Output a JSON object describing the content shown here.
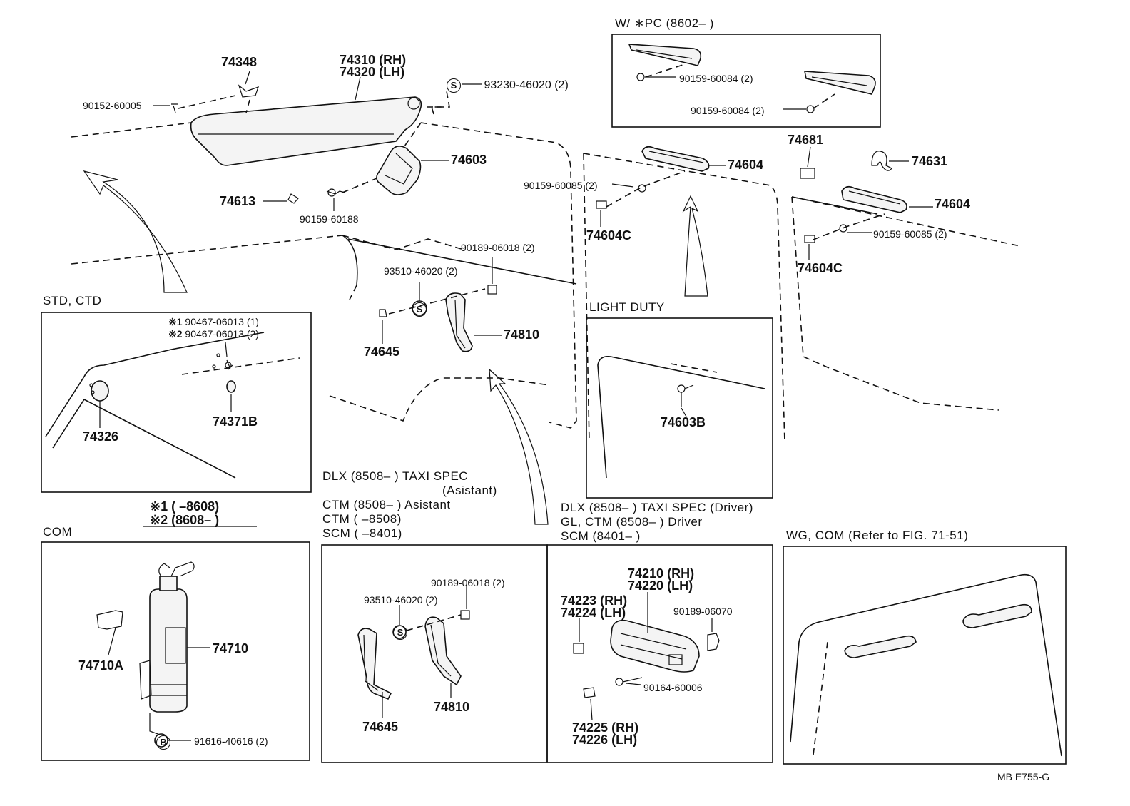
{
  "parts": {
    "p74348": "74348",
    "p74310": "74310",
    "p74310_side": "(RH)",
    "p74320": "74320",
    "p74320_side": "(LH)",
    "p93230": "93230-46020 (2)",
    "badge_s": "S",
    "badge_b": "B",
    "p90152": "90152-60005",
    "p74603": "74603",
    "p74613": "74613",
    "p90159_60188": "90159-60188",
    "p90189_06018_top": "90189-06018 (2)",
    "p93510_top": "93510-46020 (2)",
    "p74645_top": "74645",
    "p74810_top": "74810",
    "p74604_a": "74604",
    "p90159_60085_a": "90159-60085 (2)",
    "p74604C_a": "74604C",
    "p74681": "74681",
    "p74631": "74631",
    "p74604_b": "74604",
    "p90159_60085_b": "90159-60085 (2)",
    "p74604C_b": "74604C",
    "p90159_60084_a": "90159-60084 (2)",
    "p90159_60084_b": "90159-60084 (2)",
    "p74603B": "74603B",
    "p90467_1": "90467-06013 (1)",
    "p90467_2": "90467-06013 (2)",
    "mark1": "※1",
    "mark2": "※2",
    "p74326": "74326",
    "p74371B": "74371B",
    "p74710": "74710",
    "p74710A": "74710A",
    "p91616": "91616-40616 (2)",
    "p93510_bot": "93510-46020 (2)",
    "p90189_06018_bot": "90189-06018 (2)",
    "p74645_bot": "74645",
    "p74810_bot": "74810",
    "p74210": "74210",
    "p74210_side": "(RH)",
    "p74220": "74220",
    "p74220_side": "(LH)",
    "p74223": "74223",
    "p74223_side": "(RH)",
    "p74224": "74224",
    "p74224_side": "(LH)",
    "p90189_06070": "90189-06070",
    "p90164": "90164-60006",
    "p74225": "74225",
    "p74225_side": "(RH)",
    "p74226": "74226",
    "p74226_side": "(LH)"
  },
  "headers": {
    "wpc": "W/ ∗PC (8602–        )",
    "std_ctd": "STD, CTD",
    "light_duty": "LIGHT  DUTY",
    "com": "COM",
    "note1": "※1 (        –8608)",
    "note2": "※2 (8608–        )",
    "dlx_taxi_a": "DLX (8508–        ) TAXI  SPEC",
    "asistant_paren": "(Asistant)",
    "ctm_asistant": "CTM (8508–        ) Asistant",
    "ctm_8508": "CTM (        –8508)",
    "scm_8401": "SCM (        –8401)",
    "dlx_taxi_d": "DLX (8508–        ) TAXI  SPEC (Driver)",
    "gl_ctm_driver": "GL, CTM (8508–        ) Driver",
    "scm_8401_from": "SCM (8401–        )",
    "wg_com": "WG, COM (Refer to FIG. 71-51)"
  },
  "footer": {
    "code": "MB  E755-G"
  }
}
